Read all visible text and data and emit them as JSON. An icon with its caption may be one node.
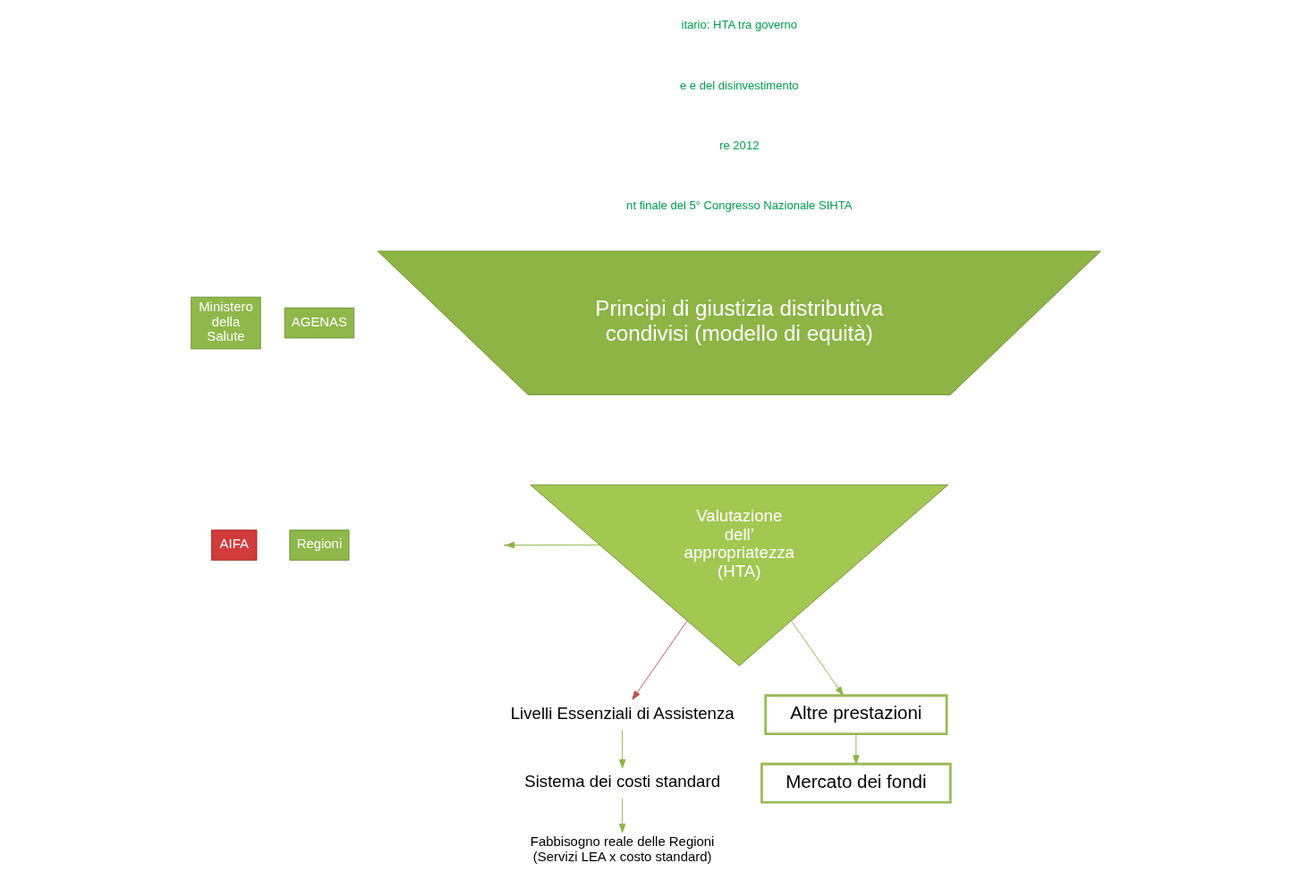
{
  "diagram": {
    "nodes": [
      {
        "text": [
          "Principi di giustizia distributiva condivisi (modello di equità)"
        ]
      },
      {
        "text": [
          "Valutazione dell’ appropriatezza (HTA)"
        ]
      },
      {
        "text": [
          "Ministero della Salute"
        ]
      },
      {
        "text": [
          "AGENAS"
        ]
      },
      {
        "text": [
          "AIFA"
        ]
      },
      {
        "text": [
          "Regioni"
        ]
      },
      {
        "text": [
          "Livelli Essenziali di Assistenza"
        ]
      },
      {
        "text": [
          "Sistema dei costi standard"
        ]
      },
      {
        "text": [
          "Fabbisogno reale delle Regioni (Servizi LEA x costo standard)"
        ]
      },
      {
        "text": [
          "Altre prestazioni"
        ]
      },
      {
        "text": [
          "Mercato dei fondi"
        ]
      }
    ],
    "edges": [
      {
        "from": 1,
        "to": null,
        "arrow": "to"
      },
      {
        "from": 1,
        "to": 6,
        "arrow": "to",
        "color": "#c0504d"
      },
      {
        "from": 1,
        "to": 9,
        "arrow": "to"
      },
      {
        "from": 6,
        "to": 7,
        "arrow": "to"
      },
      {
        "from": 7,
        "to": 8,
        "arrow": "to"
      },
      {
        "from": 9,
        "to": 10,
        "arrow": "to"
      }
    ],
    "labels": [
      "itario: HTA tra governo",
      "e e del disinvestimento",
      "re 2012",
      "nt finale del 5° Congresso Nazionale SIHTA"
    ]
  }
}
